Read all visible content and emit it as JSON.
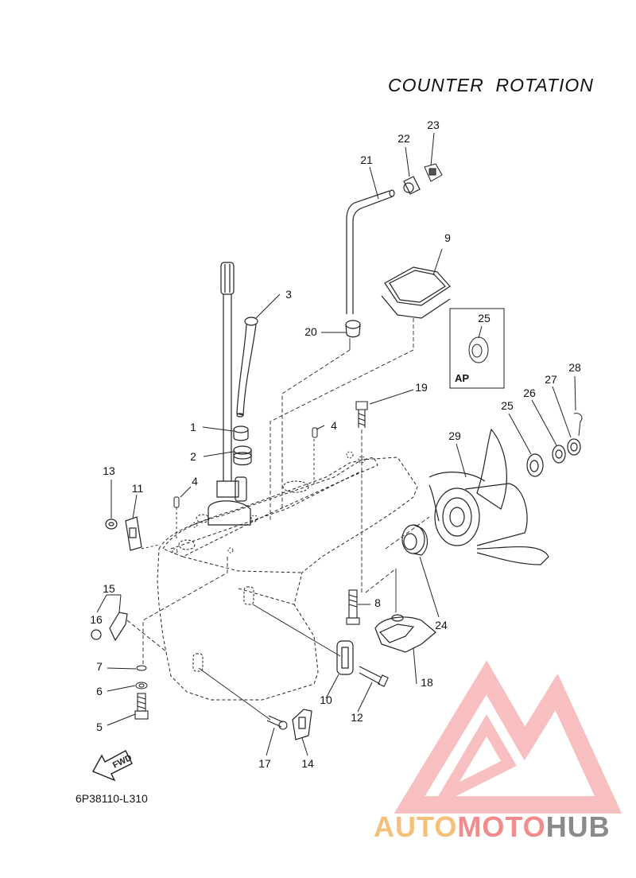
{
  "diagram": {
    "title": "COUNTER  ROTATION",
    "code": "6P38110-L310",
    "fwd_label": "FWD",
    "ap_label": "AP"
  },
  "callouts": [
    "1",
    "2",
    "3",
    "4",
    "4",
    "5",
    "6",
    "7",
    "8",
    "9",
    "10",
    "11",
    "12",
    "13",
    "14",
    "15",
    "16",
    "17",
    "18",
    "19",
    "20",
    "21",
    "22",
    "23",
    "24",
    "25",
    "25",
    "26",
    "27",
    "28",
    "29"
  ],
  "watermark": {
    "part1": "AUTO",
    "part2": "MOTO",
    "part3": "HUB",
    "color_auto": "#f5c07a",
    "color_moto": "#f28b8b",
    "color_hub": "#8a8a8a"
  }
}
